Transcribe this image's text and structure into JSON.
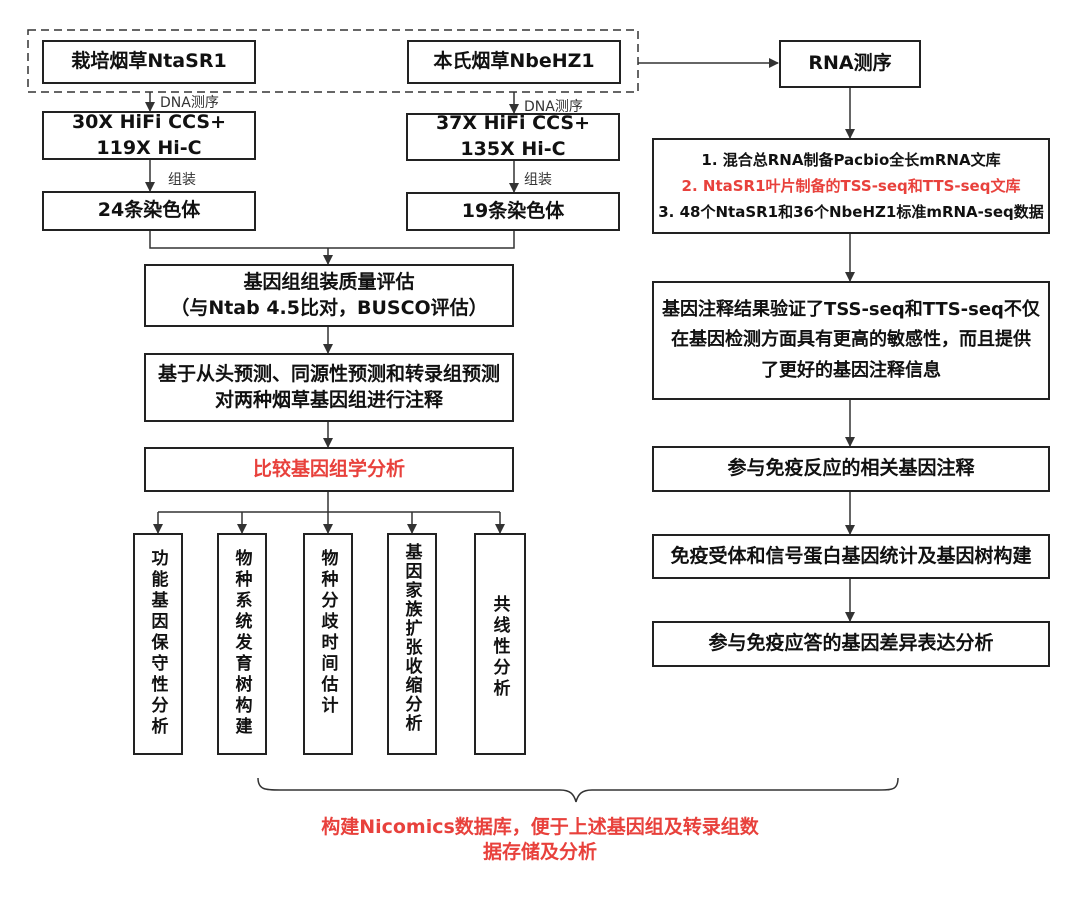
{
  "left": {
    "genome_a": "栽培烟草NtaSR1",
    "genome_b": "本氏烟草NbeHZ1",
    "seq_label": "DNA测序",
    "assemble_label": "组装",
    "reads_a": [
      "30X HiFi CCS+",
      "119X Hi-C"
    ],
    "reads_b": [
      "37X HiFi CCS+",
      "135X Hi-C"
    ],
    "chrom_a": "24条染色体",
    "chrom_b": "19条染色体",
    "qc": [
      "基因组组装质量评估",
      "（与Ntab 4.5比对，BUSCO评估）"
    ],
    "annot": [
      "基于从头预测、同源性预测和转录组预测",
      "对两种烟草基因组进行注释"
    ],
    "comparative": "比较基因组学分析",
    "analyses": [
      "功能基因保守性分析",
      "物种系统发育树构建",
      "物种分歧时间估计",
      "基因家族扩张收缩分析",
      "共线性分析"
    ]
  },
  "right": {
    "rna": "RNA测序",
    "libraries": [
      "1. 混合总RNA制备Pacbio全长mRNA文库",
      "2. NtaSR1叶片制备的TSS-seq和TTS-seq文库",
      "3. 48个NtaSR1和36个NbeHZ1标准mRNA-seq数据"
    ],
    "validation": [
      "基因注释结果验证了TSS-seq和TTS-seq不仅",
      "在基因检测方面具有更高的敏感性，而且提供",
      "了更好的基因注释信息"
    ],
    "immune_annot": "参与免疫反应的相关基因注释",
    "immune_stats": "免疫受体和信号蛋白基因统计及基因树构建",
    "immune_de": "参与免疫应答的基因差异表达分析"
  },
  "footer": [
    "构建Nicomics数据库，便于上述基因组及转录组数",
    "据存储及分析"
  ]
}
